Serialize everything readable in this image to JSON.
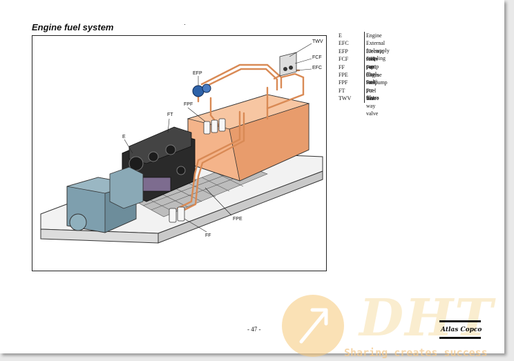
{
  "page": {
    "title": "Engine fuel system",
    "page_number": "- 47 -"
  },
  "diagram": {
    "callouts": {
      "twv": "TWV",
      "fcf": "FCF",
      "efc": "EFC",
      "efp": "EFP",
      "fpf": "FPF",
      "ft": "FT",
      "e": "E",
      "fpe": "FPE",
      "ff": "FF"
    }
  },
  "legend": [
    {
      "abbr": "E",
      "desc": "Engine"
    },
    {
      "abbr": "EFC",
      "desc": "External fuelsupply coupling"
    },
    {
      "abbr": "EFP",
      "desc": "Electric fuel pump"
    },
    {
      "abbr": "FCF",
      "desc": "Filler cap (fuel tank)"
    },
    {
      "abbr": "FF",
      "desc": "Fuel filters"
    },
    {
      "abbr": "FPE",
      "desc": "Engine fuelpump"
    },
    {
      "abbr": "FPF",
      "desc": "Fuel pre-filters"
    },
    {
      "abbr": "FT",
      "desc": "Fuel tank"
    },
    {
      "abbr": "TWV",
      "desc": "Three way valve"
    }
  ],
  "watermark": {
    "text": "DHT",
    "tagline": "Sharing creates success"
  },
  "logo": {
    "text": "Atlas Copco"
  },
  "colors": {
    "fuel_line": "#d98a55",
    "tank": "#f4b48a",
    "alternator": "#7e9fae",
    "pump": "#2e62a8",
    "frame": "#222222"
  }
}
